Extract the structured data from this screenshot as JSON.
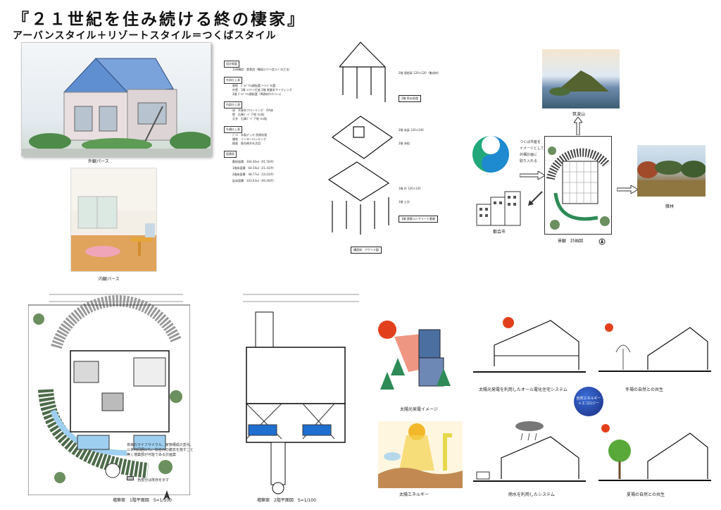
{
  "header": {
    "title": "『２１世紀を住み続ける終の棲家』",
    "subtitle": "アーバンスタイル＋リゾートスタイル＝つくばスタイル"
  },
  "captions": {
    "exterior": "外観パース",
    "interior": "内観パース",
    "axon": "構造体　アクソメ図",
    "mt_tsukuba": "筑波山",
    "city": "都会市",
    "site_plan": "景観　計画図",
    "forest": "雑林",
    "plan1": "増築案　1階平面図　S=1/100",
    "plan2": "増築案　2階平面図　S=1/100",
    "solar_image": "太陽光発電イメージ",
    "solar_system": "太陽光発電を利用したオール電化住宅システム",
    "winter": "冬場の自然との共生",
    "solar_energy": "太陽エネルギー",
    "rain_system": "雨水を利用したシステム",
    "summer": "夏場の自然との共生",
    "eco_badge_1": "自然エネルギー",
    "eco_badge_2": "＋エコロジー"
  },
  "spec": {
    "h1": "設計概要",
    "l1": "主体構造：鉄骨造（軸組ｺﾝｸﾘｰﾄ造２ﾊﾞﾈﾙ工法）",
    "h2": "外部仕上表",
    "l2a": "屋根　ｶﾞﾙﾊﾞﾘｳﾑ鋼板葺 ｿｰﾗｰﾊﾟﾈﾙ葺",
    "l2b": "外壁　1階 ｺﾝｸﾘｰﾄ打放 2階 窯業系サイディング",
    "l2c": "2階 ｶﾞﾙﾊﾞﾘｳﾑ鋼板葺（断熱材ｳﾚﾀﾝﾌｫｰﾑ）",
    "h3": "内部仕上表",
    "l3a": "床　木質系フローリング　OA床",
    "l3b": "壁　石膏ﾎﾞｰﾄﾞ下地 ｸﾛｽ貼",
    "l3c": "天井　石膏ﾎﾞｰﾄﾞ下地 ｸﾛｽ貼",
    "h4": "外構仕上表",
    "l4a": "ﾃﾞｯｷ　木製デッキ 防腐処理",
    "l4b": "舗装　インターロッキング",
    "l4c": "植栽　既存樹木を活用",
    "h5": "面積表",
    "area": [
      {
        "label": "敷地面積",
        "value": "304.40㎡（91.50坪）"
      },
      {
        "label": "1階床面積",
        "value": "64.59㎡（21.43坪）"
      },
      {
        "label": "2階床面積",
        "value": "48.77㎡（14.03坪）"
      },
      {
        "label": "延床面積",
        "value": "103.63㎡（40.40坪）"
      }
    ]
  },
  "axon_labels": {
    "a1": "2階 屋根梁 120×120（集成材）",
    "a2": "2階 防水処理",
    "a3": "2階 床梁 120×240",
    "a4": "2階 床組",
    "a5": "1階 柱 120×120",
    "a6": "1階 土台",
    "a7": "1階 鉄筋コンクリート基礎"
  },
  "site_note": "つくば市産を\nイメージとして\n外構計画に\n取り入れる",
  "plan_note": "将来のライフサイクル、家族構成の変化、\n三世代同居にも、割合みの撤去を施すこと\n無く増築部が可能である計画案",
  "legend_note": "色部分は既存を示す",
  "colors": {
    "sky": "#5f8fd0",
    "green": "#2e8b57",
    "pool": "#9ecff0",
    "sun": "#e2401c",
    "logo_green": "#22a87a",
    "logo_blue": "#1e8ad0"
  }
}
